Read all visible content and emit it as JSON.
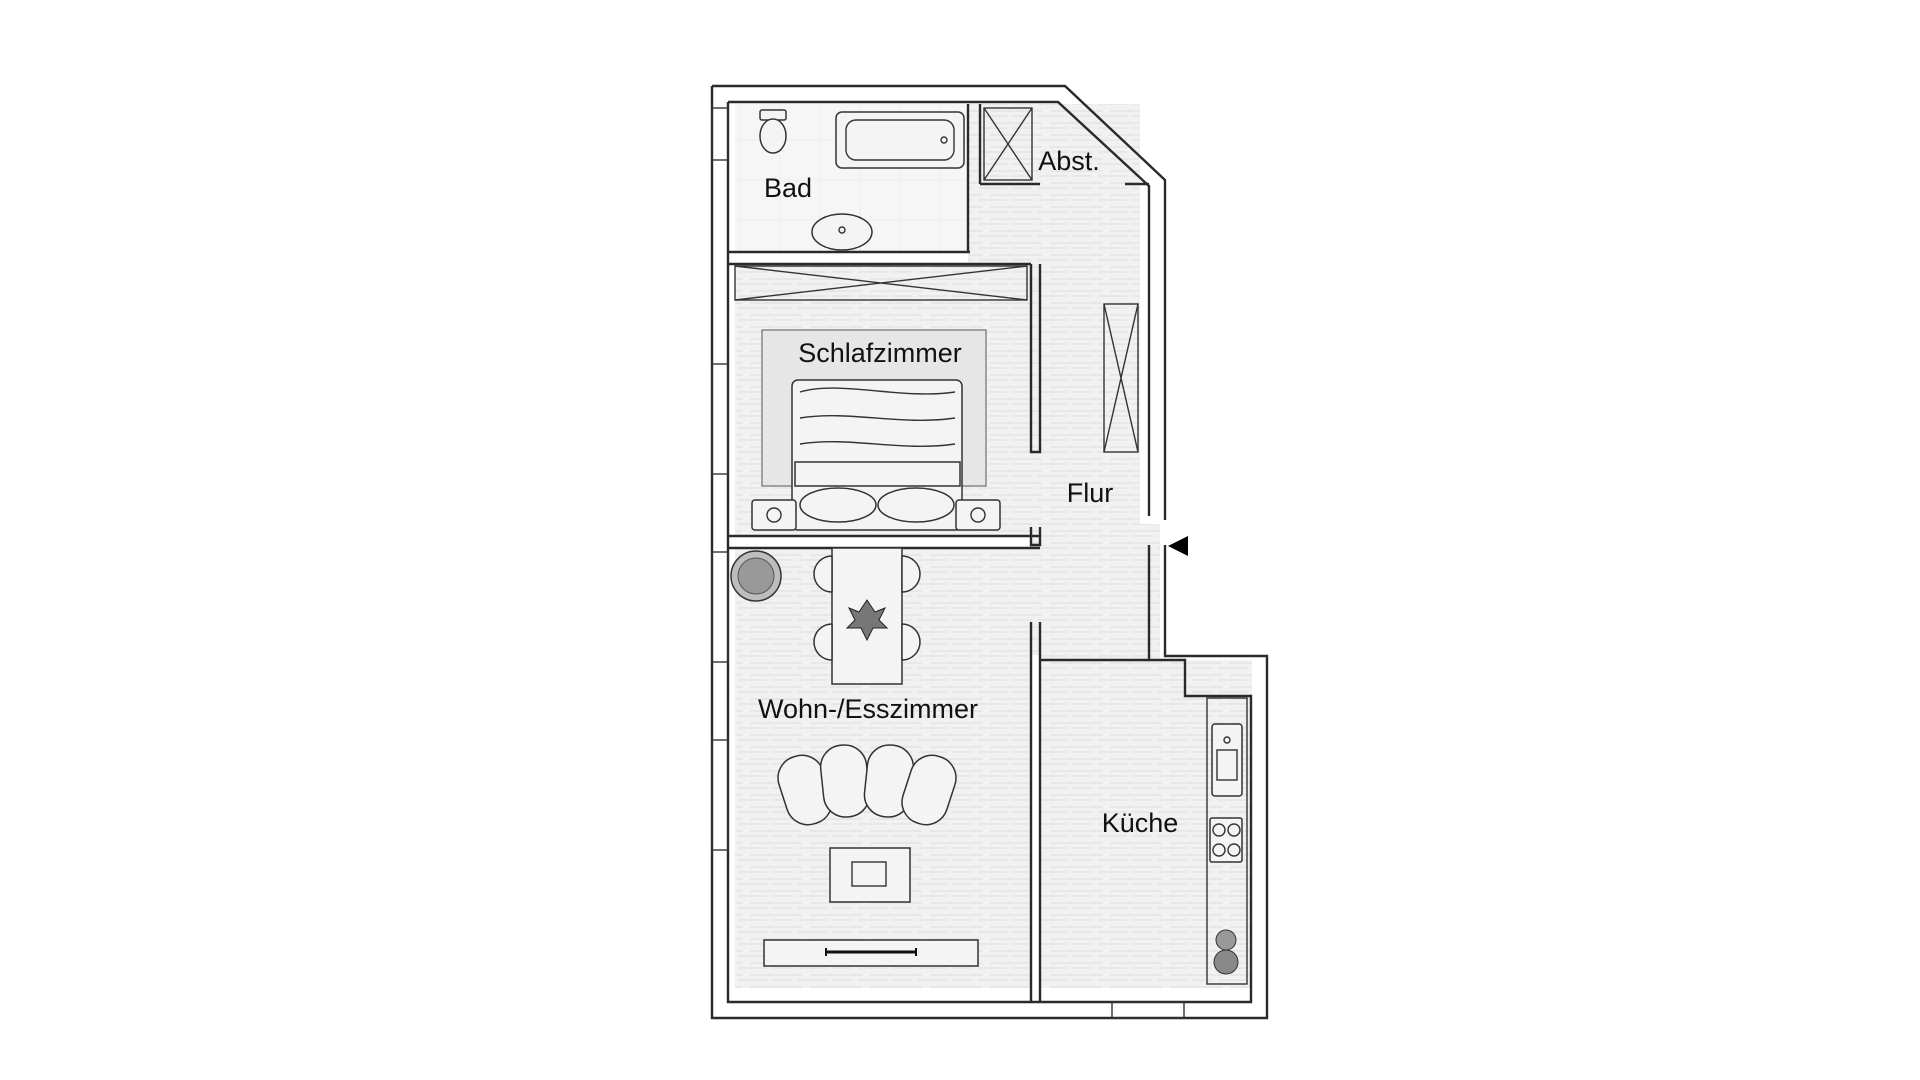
{
  "rooms": {
    "bad": "Bad",
    "abst": "Abst.",
    "schlafzimmer": "Schlafzimmer",
    "flur": "Flur",
    "wohn": "Wohn-/Esszimmer",
    "kueche": "Küche"
  },
  "colors": {
    "wall": "#2a2a2a",
    "floor_pale": "#f7f7f7",
    "floor_wood": "#f0f0f0",
    "rug": "#e6e6e6",
    "entrance_marker": "#000000"
  },
  "icons": {
    "entrance": "entrance-arrow-icon"
  }
}
